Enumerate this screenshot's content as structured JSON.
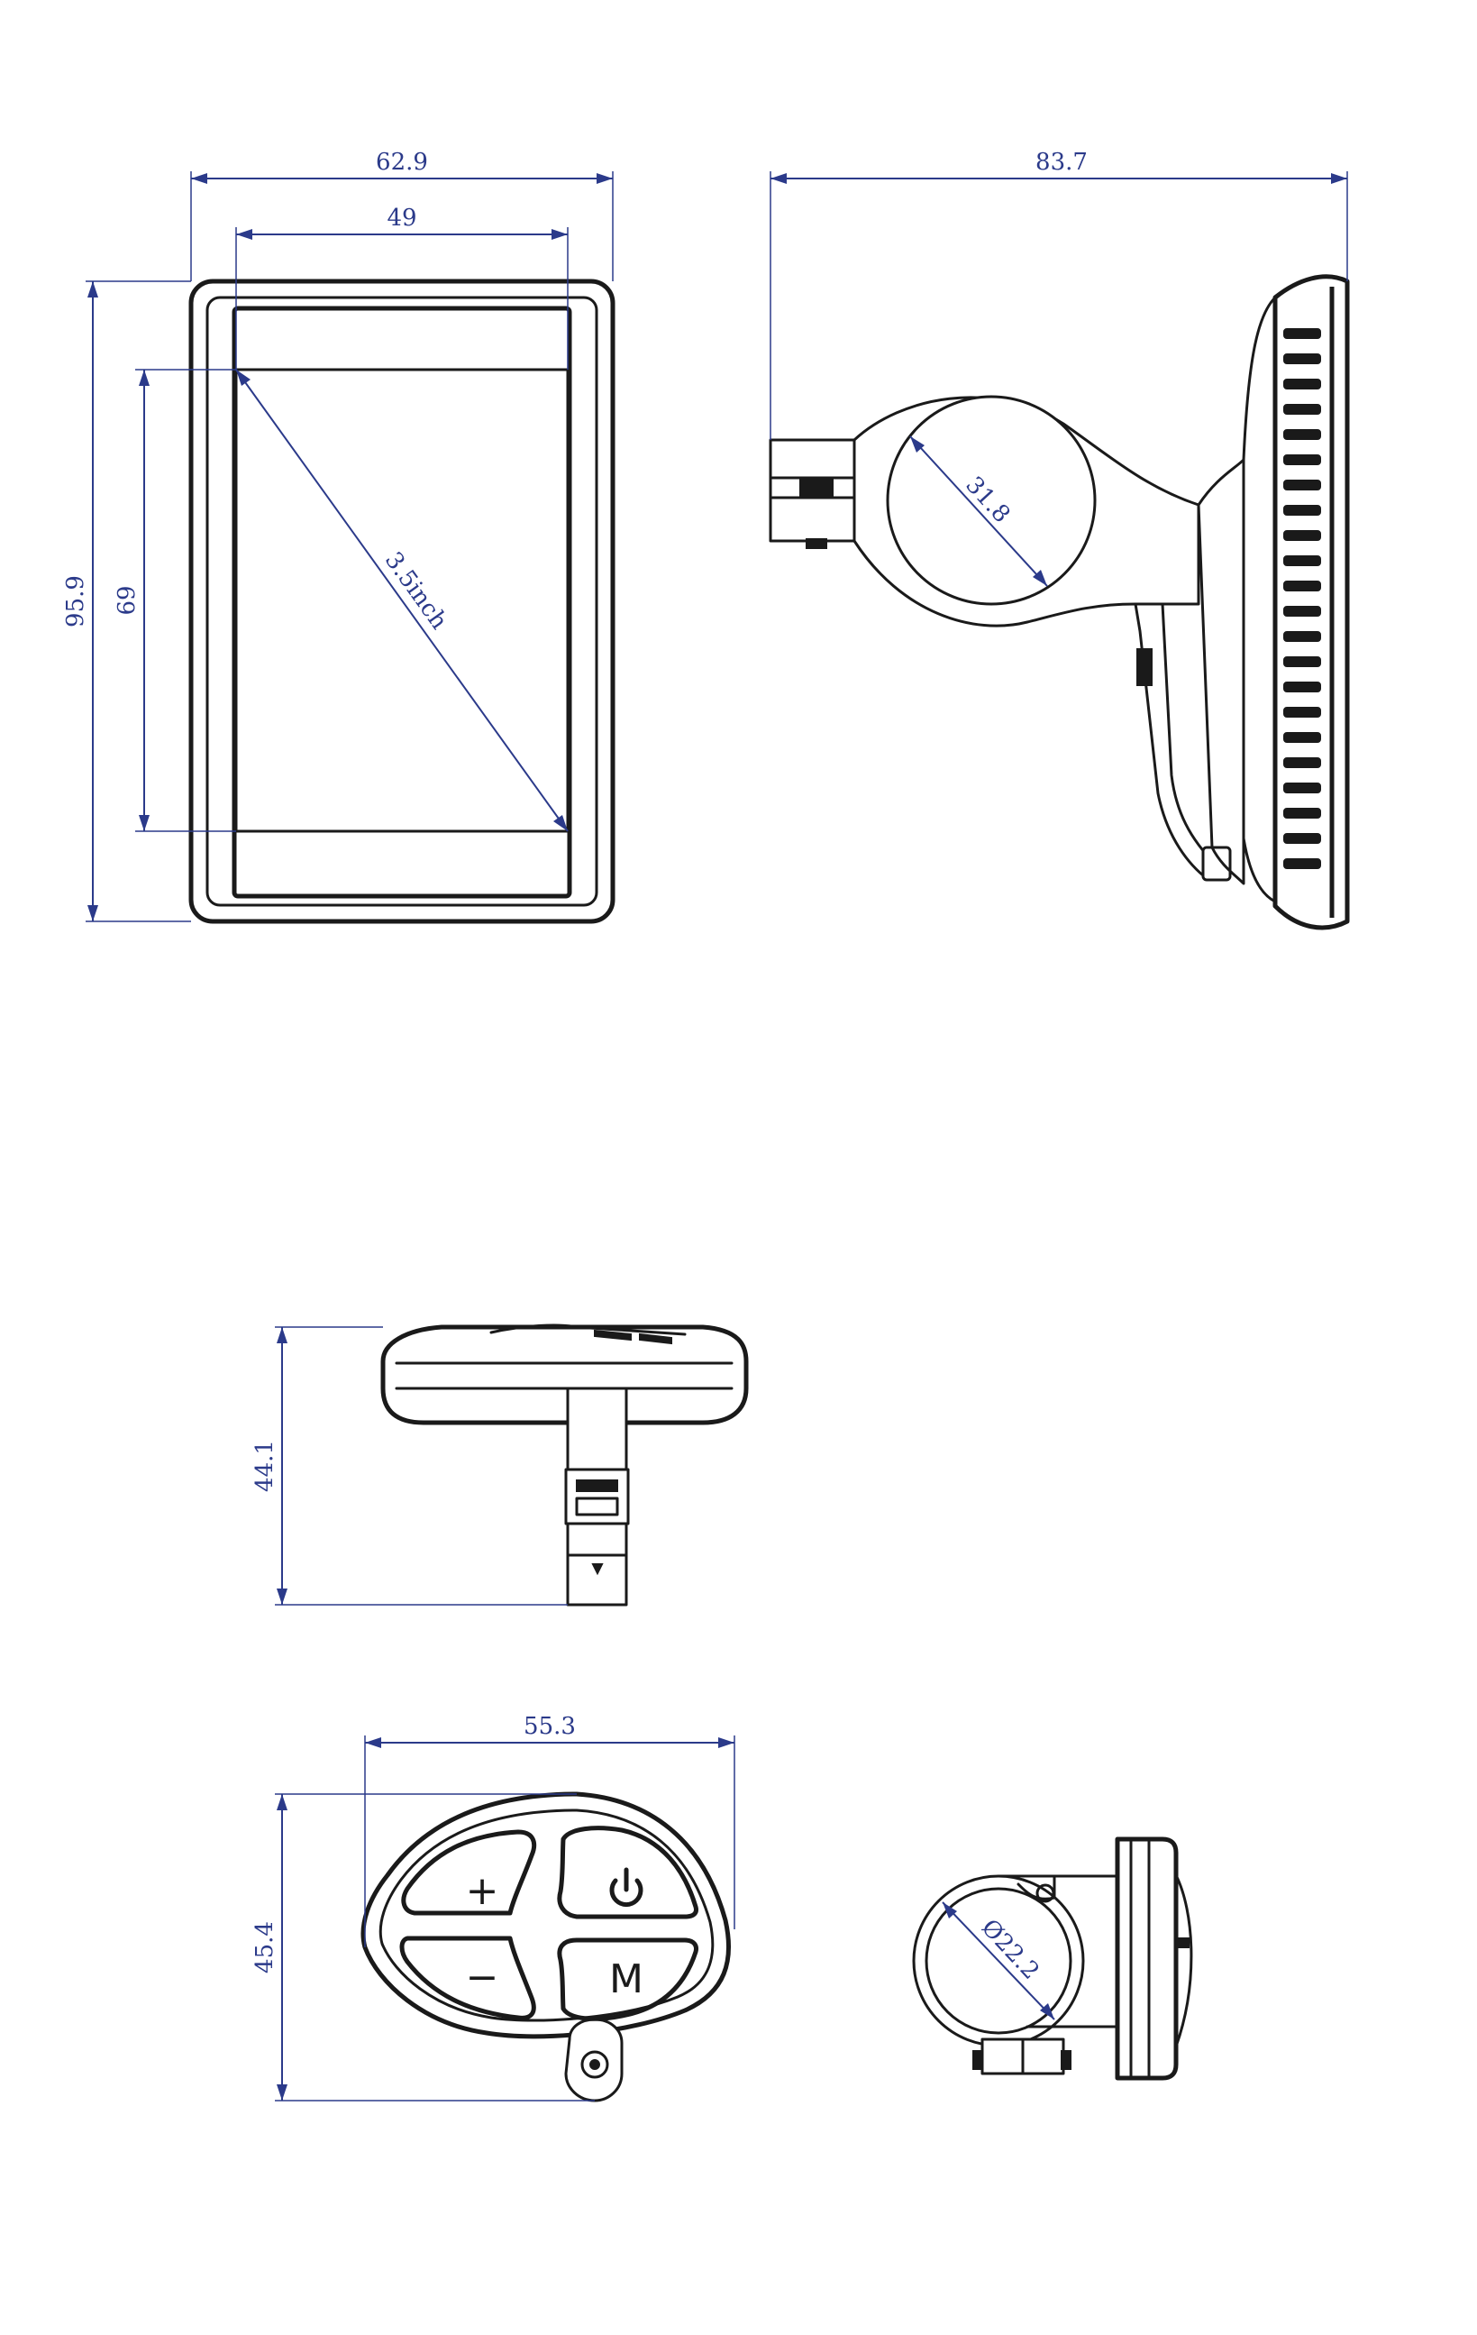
{
  "dimensions": {
    "front_width": "62.9",
    "screen_width": "49",
    "front_height": "95.9",
    "screen_height": "69",
    "screen_diagonal": "3.5inch",
    "side_depth": "83.7",
    "clamp_diameter": "31.8",
    "top_height": "44.1",
    "remote_width": "55.3",
    "remote_height": "45.4",
    "remote_clamp_diameter": "Ø22.2"
  },
  "remote_keys": {
    "plus": "+",
    "minus": "−",
    "mode": "M"
  },
  "colors": {
    "dimension": "#2b3a8a",
    "outline": "#1a1a1a"
  },
  "icons": {
    "power": "power-icon"
  }
}
